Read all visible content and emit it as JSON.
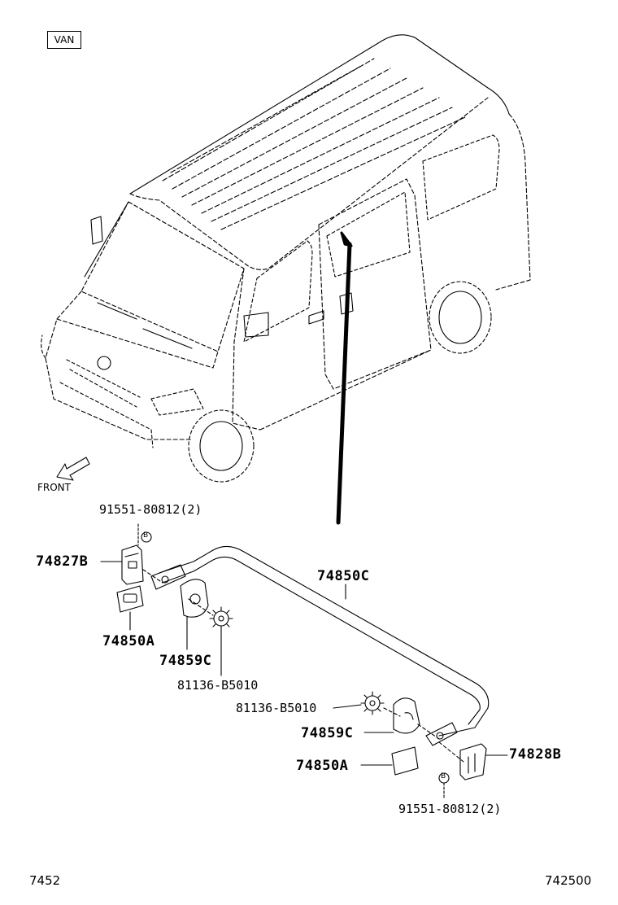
{
  "variant_badge": "VAN",
  "direction_label": "FRONT",
  "callouts": {
    "bolt_upper": "91551-80812(2)",
    "bracket_upper": "74827B",
    "pad_upper": "74850A",
    "cover_upper": "74859C",
    "gear_upper": "81136-B5010",
    "handle": "74850C",
    "gear_lower": "81136-B5010",
    "cover_lower": "74859C",
    "pad_lower": "74850A",
    "bracket_lower": "74828B",
    "bolt_lower": "91551-80812(2)"
  },
  "marker": "B",
  "footer": {
    "left_code": "7452",
    "right_code": "742500"
  }
}
